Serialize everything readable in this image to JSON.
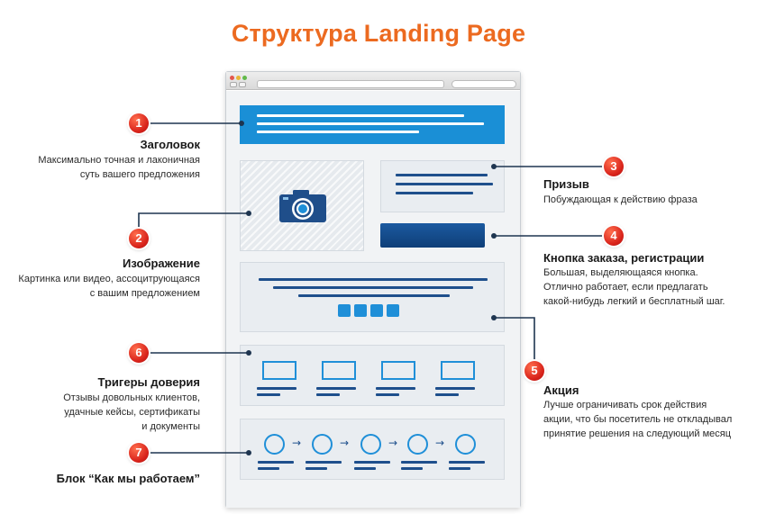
{
  "title": "Структура Landing Page",
  "items": [
    {
      "number": "1",
      "heading": "Заголовок",
      "lines": [
        "Максимально точная и лаконичная",
        "суть вашего предложения"
      ]
    },
    {
      "number": "2",
      "heading": "Изображение",
      "lines": [
        "Картинка или видео, ассоцитрующаяся",
        "с вашим предложением"
      ]
    },
    {
      "number": "3",
      "heading": "Призыв",
      "lines": [
        "Побуждающая к действию фраза"
      ]
    },
    {
      "number": "4",
      "heading": "Кнопка заказа, регистрации",
      "lines": [
        "Большая, выделяющаяся кнопка.",
        "Отлично работает, если предлагать",
        "какой-нибудь легкий и бесплатный шаг."
      ]
    },
    {
      "number": "5",
      "heading": "Акция",
      "lines": [
        "Лучше ограничивать срок действия",
        "акции, что бы посетитель не откладывал",
        "принятие решения на следующий месяц"
      ]
    },
    {
      "number": "6",
      "heading": "Тригеры доверия",
      "lines": [
        "Отзывы довольных клиентов,",
        "удачные кейсы, сертификаты",
        "и документы"
      ]
    },
    {
      "number": "7",
      "heading": "Блок “Как мы работаем”",
      "lines": []
    }
  ],
  "icons": {
    "camera": "camera-icon",
    "arrow": "→"
  },
  "colors": {
    "title": "#ec6a20",
    "accent_blue": "#1a8fd6",
    "dark_blue": "#1e4f8c",
    "badge_red": "#d8221a"
  }
}
